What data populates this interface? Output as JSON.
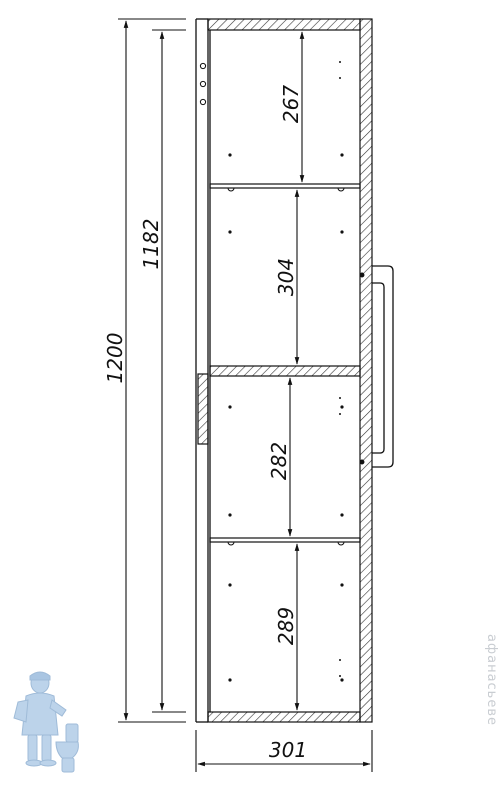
{
  "dimensions": {
    "total_height": "1200",
    "inner_height": "1182",
    "width": "301",
    "section_1": "267",
    "section_2": "304",
    "section_3": "282",
    "section_4": "289"
  },
  "watermark": {
    "text": "aфанасьевe"
  },
  "colors": {
    "line": "#111111",
    "hatch": "#333333",
    "mascot": "#bcd3ea"
  },
  "icons": [
    "plumber-mascot-icon"
  ]
}
